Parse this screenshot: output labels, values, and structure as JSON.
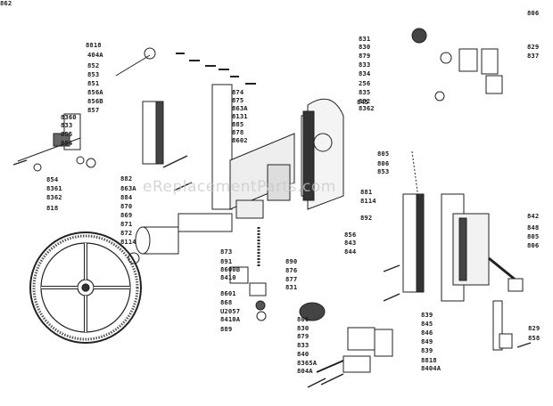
{
  "watermark": "eReplacementParts.com",
  "labels": [
    "8818",
    "404A",
    "852",
    "853",
    "851",
    "856A",
    "856B",
    "857",
    "8360",
    "833",
    "855",
    "854",
    "854",
    "8361",
    "8362",
    "818",
    "874",
    "875",
    "863A",
    "8131",
    "885",
    "878",
    "8602",
    "882",
    "863A",
    "884",
    "870",
    "869",
    "871",
    "872",
    "8114",
    "845",
    "805",
    "806",
    "853",
    "881",
    "8114",
    "892",
    "831",
    "830",
    "879",
    "833",
    "834",
    "256",
    "835",
    "832",
    "8362",
    "806",
    "829",
    "837",
    "842",
    "848",
    "805",
    "806",
    "856",
    "843",
    "844",
    "873",
    "891",
    "8600B",
    "8410",
    "8601",
    "868",
    "U2057",
    "8410A",
    "889",
    "890",
    "876",
    "877",
    "831",
    "806",
    "830",
    "879",
    "833",
    "840",
    "8365A",
    "804A",
    "839",
    "845",
    "846",
    "849",
    "839",
    "8818",
    "8404A",
    "829",
    "858",
    "862"
  ]
}
